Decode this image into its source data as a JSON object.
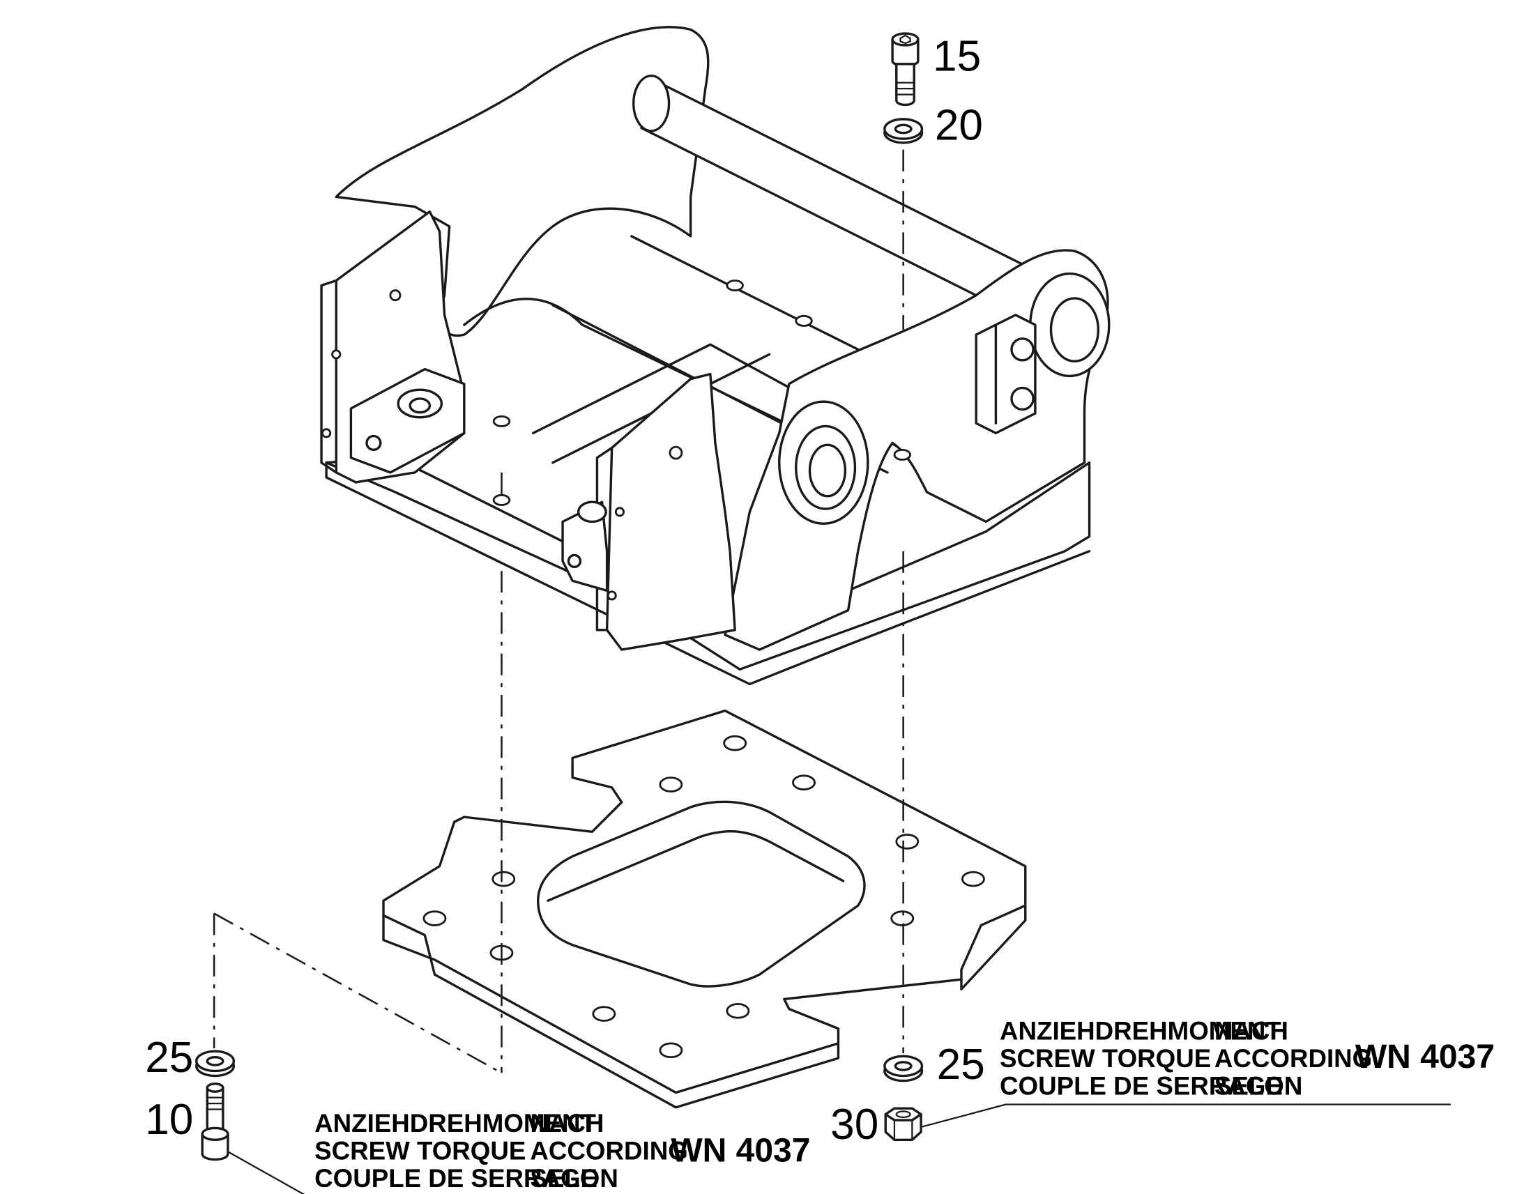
{
  "callouts": {
    "c15": "15",
    "c20": "20",
    "c25_left": "25",
    "c10": "10",
    "c25_right": "25",
    "c30": "30"
  },
  "torque_note_left": {
    "line1_label": "ANZIEHDREHMOMENT",
    "line1_word": "NACH",
    "line2_label": "SCREW TORQUE",
    "line2_word": "ACCORDING",
    "line3_label": "COUPLE DE SERRAGE",
    "line3_word": "SELON",
    "standard": "WN 4037"
  },
  "torque_note_right": {
    "line1_label": "ANZIEHDREHMOMENT",
    "line1_word": "NACH",
    "line2_label": "SCREW TORQUE",
    "line2_word": "ACCORDING",
    "line3_label": "COUPLE DE SERRAGE",
    "line3_word": "SELON",
    "standard": "WN 4037"
  }
}
